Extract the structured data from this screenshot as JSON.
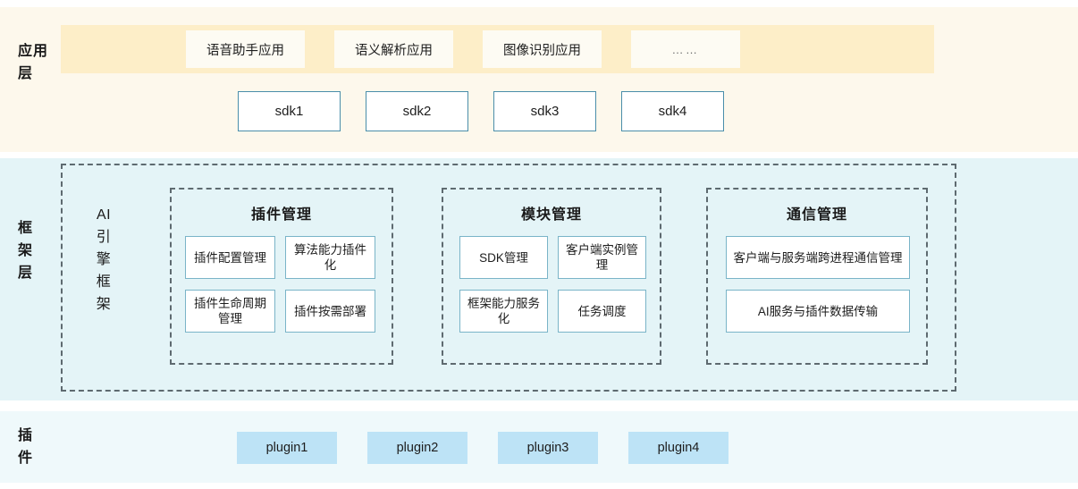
{
  "layers": [
    {
      "id": "application",
      "label": "应用\n层",
      "label_chars": "应用层",
      "bg": "#fdf8ec"
    },
    {
      "id": "framework",
      "label": "框架层",
      "bg": "#e4f4f7"
    },
    {
      "id": "plugin",
      "label": "插件",
      "bg": "#eff9fb"
    }
  ],
  "application_layer": {
    "label": "应用层",
    "band_color": "#fdeec8",
    "apps": [
      {
        "label": "语音助手应用"
      },
      {
        "label": "语义解析应用"
      },
      {
        "label": "图像识别应用"
      },
      {
        "label": "……"
      }
    ],
    "sdks": [
      {
        "label": "sdk1"
      },
      {
        "label": "sdk2"
      },
      {
        "label": "sdk3"
      },
      {
        "label": "sdk4"
      }
    ]
  },
  "framework_layer": {
    "label": "框架层",
    "engine_label": "AI引擎框架",
    "groups": [
      {
        "title": "插件管理",
        "cards": [
          {
            "label": "插件配置管理"
          },
          {
            "label": "算法能力插件化"
          },
          {
            "label": "插件生命周期管理"
          },
          {
            "label": "插件按需部署"
          }
        ]
      },
      {
        "title": "模块管理",
        "cards": [
          {
            "label": "SDK管理"
          },
          {
            "label": "客户端实例管理"
          },
          {
            "label": "框架能力服务化"
          },
          {
            "label": "任务调度"
          }
        ]
      },
      {
        "title": "通信管理",
        "cards": [
          {
            "label": "客户端与服务端跨进程通信管理"
          },
          {
            "label": "AI服务与插件数据传输"
          }
        ]
      }
    ]
  },
  "plugin_layer": {
    "label": "插件",
    "chip_color": "#bde3f6",
    "plugins": [
      {
        "label": "plugin1"
      },
      {
        "label": "plugin2"
      },
      {
        "label": "plugin3"
      },
      {
        "label": "plugin4"
      }
    ]
  },
  "colors": {
    "app_panel_bg": "#fdf8ec",
    "app_band_bg": "#fdeec8",
    "app_chip_bg": "#fdfbf3",
    "framework_panel_bg": "#e4f4f7",
    "plugin_panel_bg": "#eff9fb",
    "plugin_chip_bg": "#bde3f6",
    "dashed_border": "#5e6a70",
    "card_border": "#7ab4c8",
    "sdk_border": "#4a8eaa"
  }
}
